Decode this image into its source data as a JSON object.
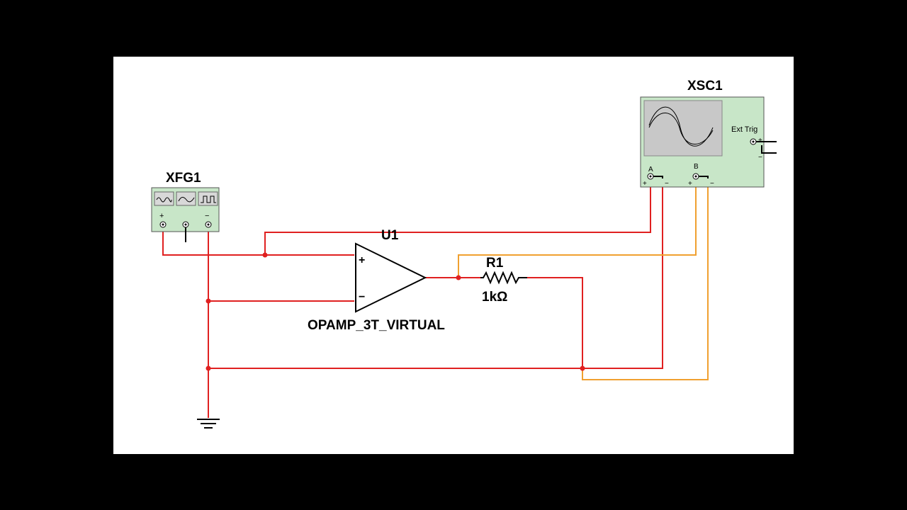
{
  "components": {
    "function_generator": {
      "ref": "XFG1",
      "plus": "+",
      "minus": "−"
    },
    "oscilloscope": {
      "ref": "XSC1",
      "ext_trig": "Ext Trig",
      "channel_a": "A",
      "channel_b": "B",
      "plus": "+",
      "minus": "−"
    },
    "opamp": {
      "ref": "U1",
      "model": "OPAMP_3T_VIRTUAL",
      "non_inverting": "+",
      "inverting": "−"
    },
    "resistor": {
      "ref": "R1",
      "value": "1kΩ"
    }
  },
  "colors": {
    "background": "#000000",
    "canvas": "#ffffff",
    "wire_red": "#e02020",
    "wire_orange": "#f0a030",
    "instrument_body": "#c8e6c8",
    "scope_screen": "#c8c8c8"
  },
  "icons": [
    "sine-wave-icon",
    "triangle-wave-icon",
    "square-wave-icon",
    "ground-icon",
    "opamp-symbol",
    "resistor-symbol"
  ]
}
